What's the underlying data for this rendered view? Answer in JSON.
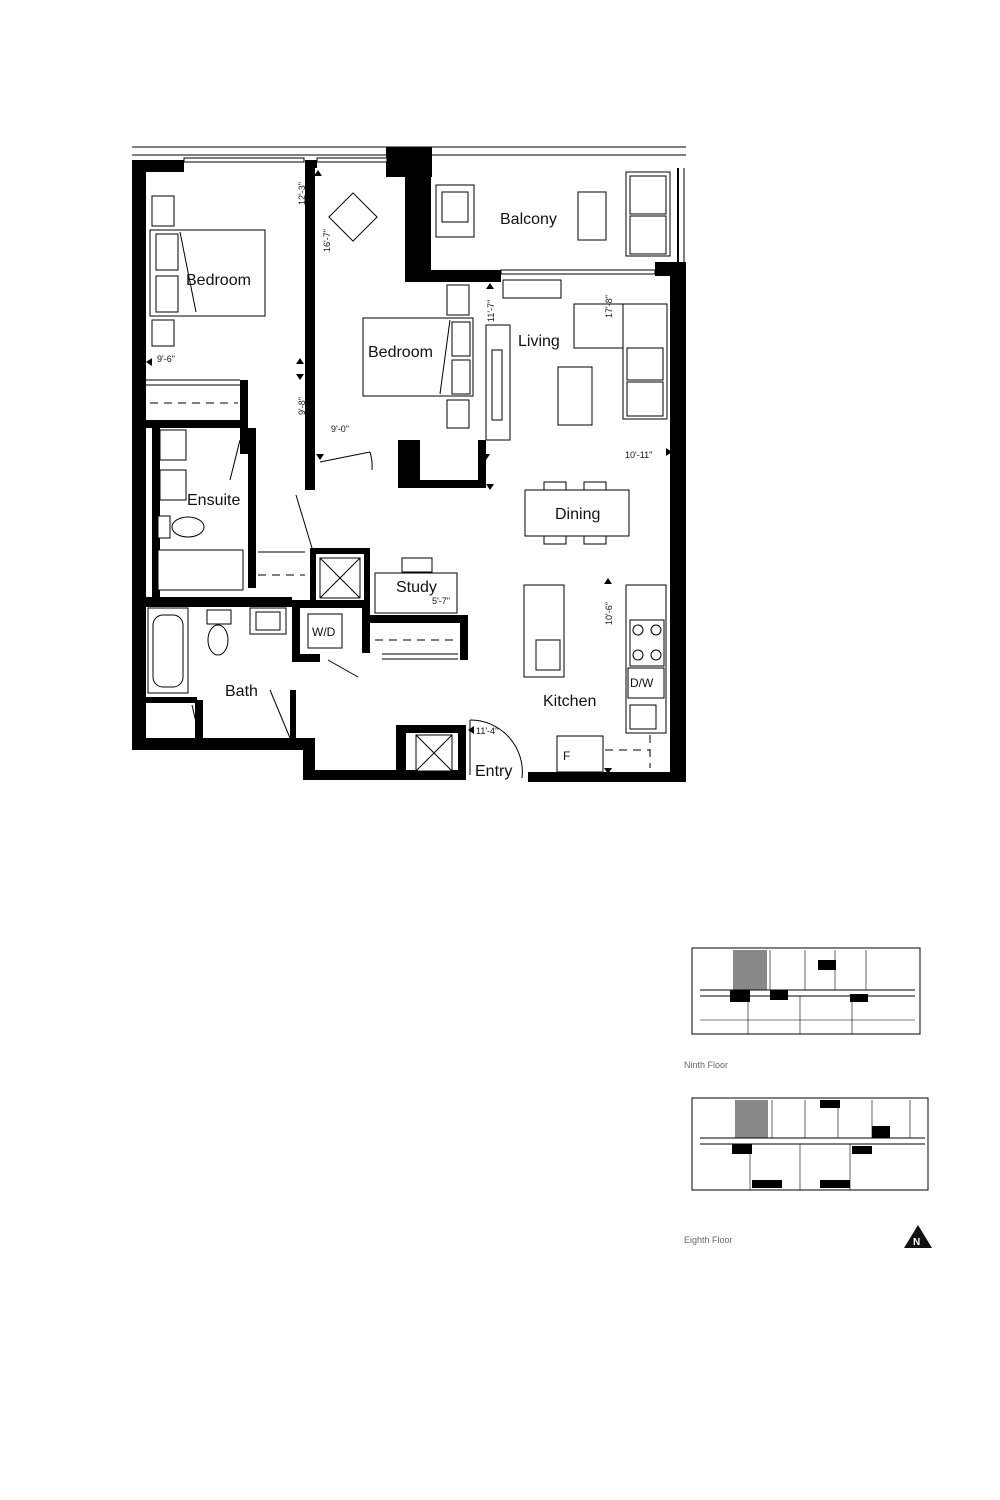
{
  "rooms": {
    "bedroom_1": "Bedroom",
    "bedroom_2": "Bedroom",
    "balcony": "Balcony",
    "living": "Living",
    "ensuite": "Ensuite",
    "dining": "Dining",
    "study": "Study",
    "bath": "Bath",
    "kitchen": "Kitchen",
    "entry": "Entry",
    "wd": "W/D",
    "dw": "D/W",
    "fridge": "F"
  },
  "dimensions": {
    "bed1_depth": "12'-3\"",
    "bed1_width": "9'-6\"",
    "bed1_lower": "9'-8\"",
    "bed2_depth": "16'-7\"",
    "bed2_width": "9'-0\"",
    "living_depth": "11'-7\"",
    "living_side": "17'-8\"",
    "living_width": "10'-11\"",
    "study_width": "5'-7\"",
    "kitchen_depth": "10'-6\"",
    "entry_width": "11'-4\""
  },
  "key_plans": {
    "ninth": "Ninth Floor",
    "eighth": "Eighth Floor"
  },
  "north_label": "N"
}
